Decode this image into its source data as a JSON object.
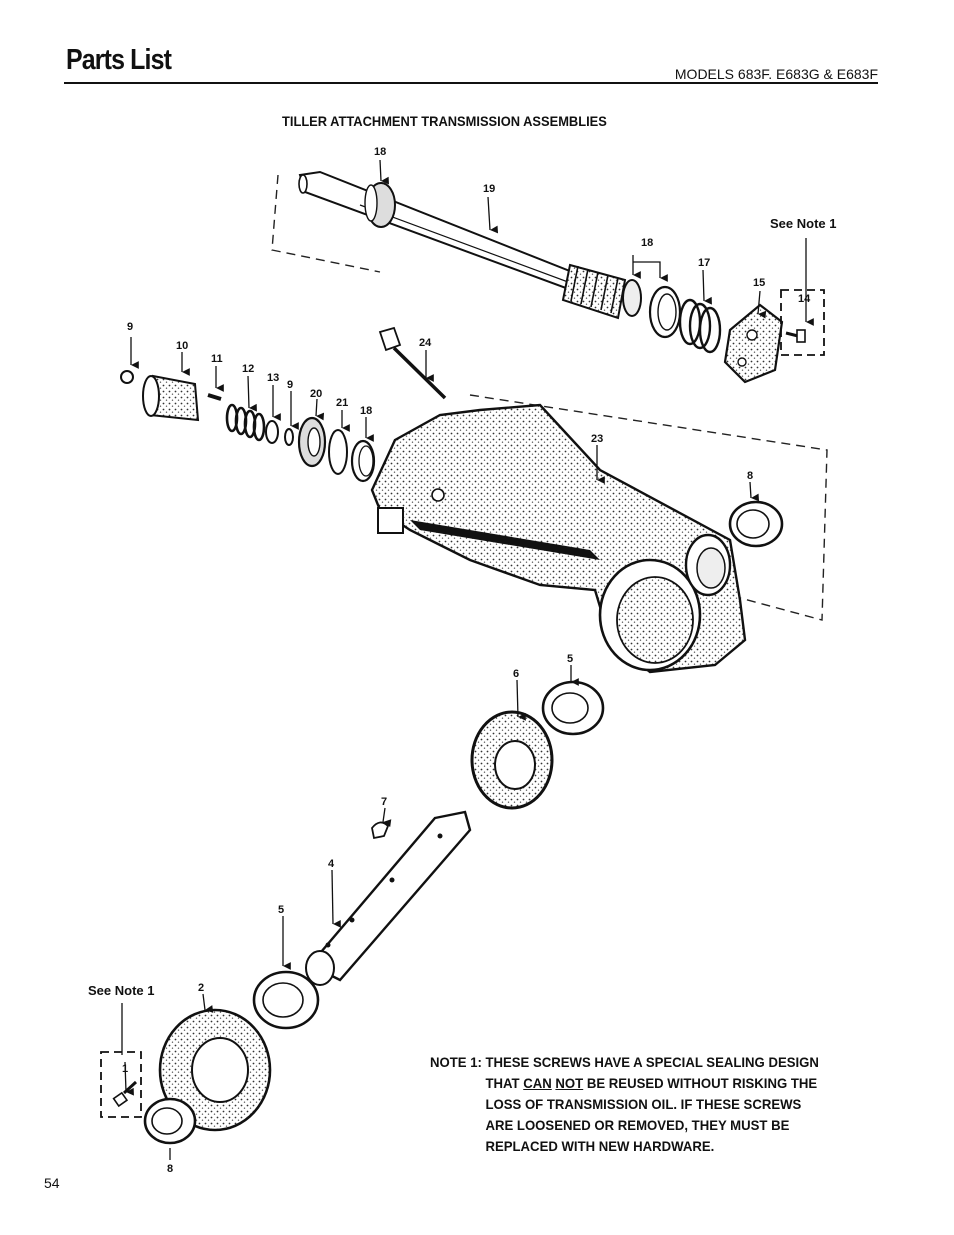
{
  "header": {
    "title": "Parts List",
    "models": "MODELS  683F. E683G & E683F"
  },
  "section_title": "TILLER ATTACHMENT TRANSMISSION ASSEMBLIES",
  "callouts": {
    "c18a": "18",
    "c19": "19",
    "c18b": "18",
    "c17": "17",
    "c15": "15",
    "c14": "14",
    "c24": "24",
    "c9a": "9",
    "c10": "10",
    "c11": "11",
    "c12": "12",
    "c13": "13",
    "c9b": "9",
    "c20": "20",
    "c21": "21",
    "c18c": "18",
    "c23": "23",
    "c8a": "8",
    "c6": "6",
    "c5a": "5",
    "c7": "7",
    "c4": "4",
    "c5b": "5",
    "c2": "2",
    "c1": "1",
    "c8b": "8"
  },
  "see_note_top": "See Note 1",
  "see_note_bottom": "See Note 1",
  "note": {
    "lead": "NOTE 1:",
    "line1": "THESE SCREWS HAVE A SPECIAL SEALING DESIGN",
    "line2_pre": "THAT ",
    "line2_can": "CAN",
    "line2_not": "NOT",
    "line2_post": " BE REUSED WITHOUT RISKING THE",
    "line3": "LOSS OF TRANSMISSION OIL.  IF THESE SCREWS",
    "line4": "ARE LOOSENED OR REMOVED, THEY MUST BE",
    "line5": "REPLACED WITH NEW HARDWARE."
  },
  "page_number": "54"
}
